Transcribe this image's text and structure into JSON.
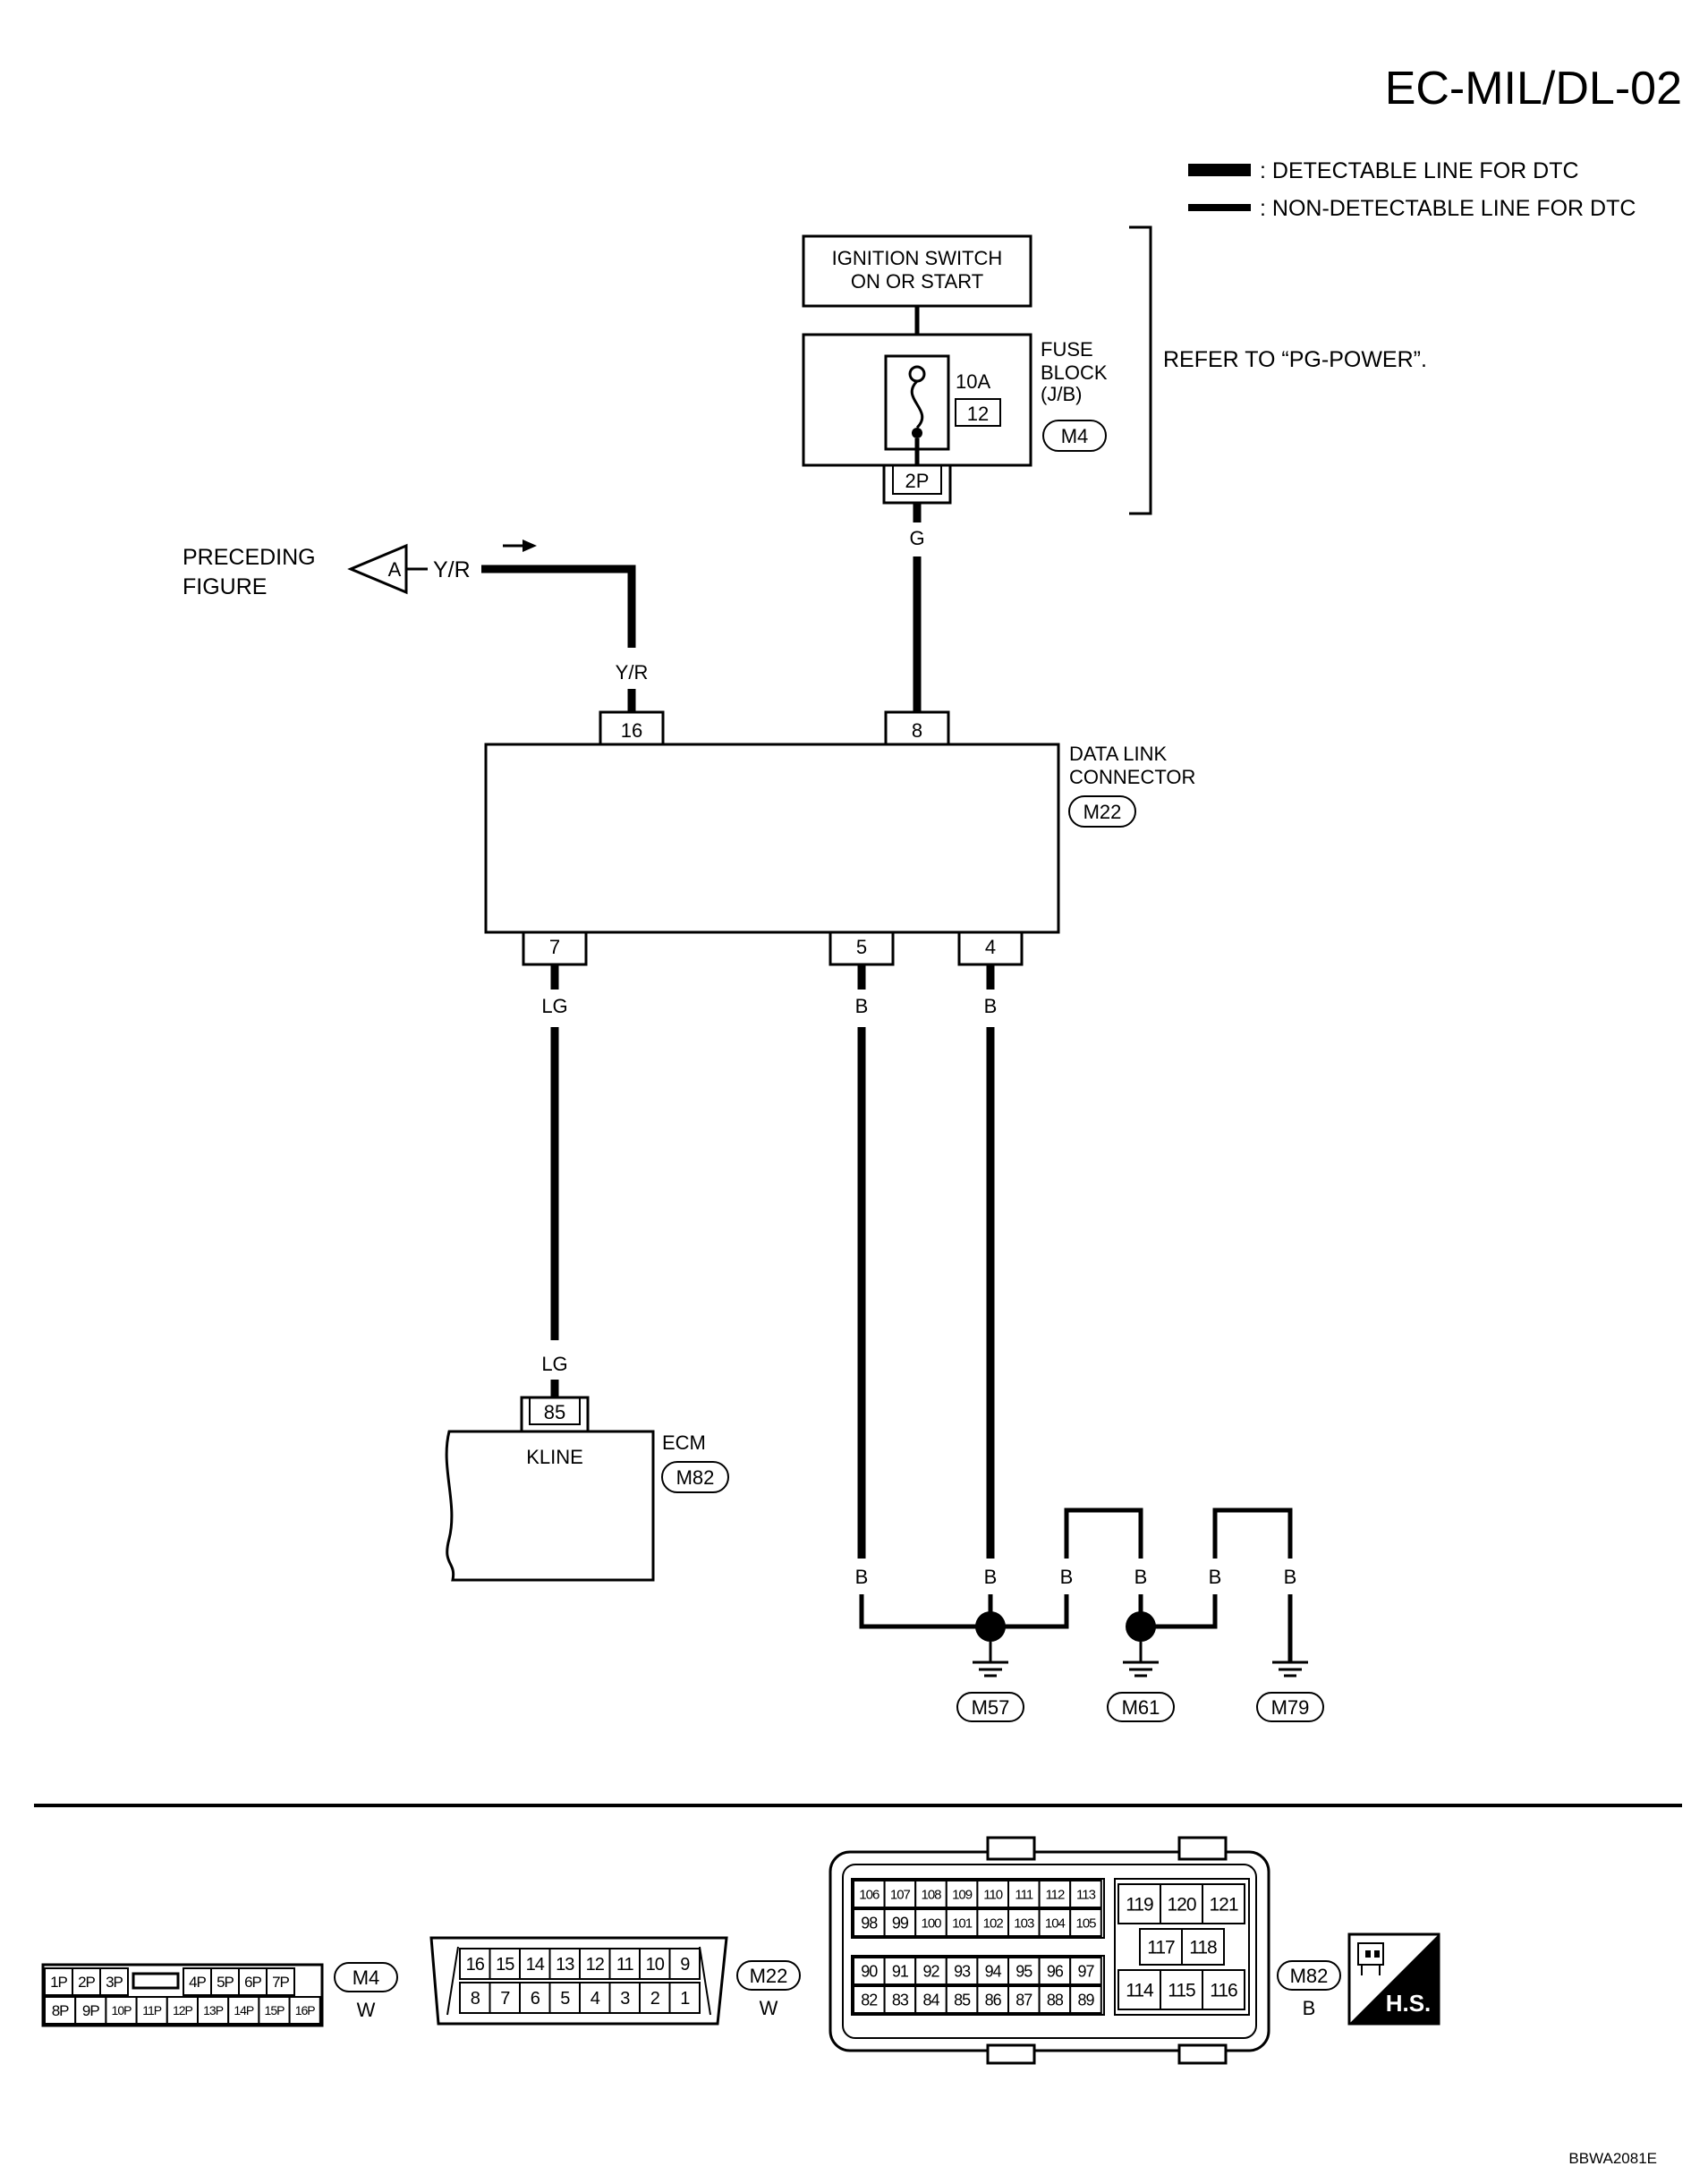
{
  "page_title": "EC-MIL/DL-02",
  "legend": {
    "detectable": ": DETECTABLE LINE FOR DTC",
    "non_detectable": ": NON-DETECTABLE LINE FOR DTC"
  },
  "ignition_switch": {
    "line1": "IGNITION SWITCH",
    "line2": "ON OR START"
  },
  "fuse_block": {
    "amps": "10A",
    "fuse_no": "12",
    "name_line1": "FUSE",
    "name_line2": "BLOCK",
    "name_line3": "(J/B)",
    "connector": "M4",
    "terminal": "2P"
  },
  "refer_note": "REFER TO “PG-POWER”.",
  "preceding": {
    "line1": "PRECEDING",
    "line2": "FIGURE",
    "marker": "A"
  },
  "wire_colors": {
    "yr": "Y/R",
    "g": "G",
    "lg": "LG",
    "b": "B"
  },
  "dlc": {
    "name_line1": "DATA LINK",
    "name_line2": "CONNECTOR",
    "connector": "M22",
    "pins": {
      "p16": "16",
      "p8": "8",
      "p7": "7",
      "p5": "5",
      "p4": "4"
    }
  },
  "ecm": {
    "name": "ECM",
    "pin": "85",
    "pin_label": "KLINE",
    "connector": "M82"
  },
  "grounds": {
    "g1": "M57",
    "g2": "M61",
    "g3": "M79"
  },
  "connector_views": {
    "m4": {
      "top": [
        "1P",
        "2P",
        "3P",
        "4P",
        "5P",
        "6P",
        "7P"
      ],
      "bottom": [
        "8P",
        "9P",
        "10P",
        "11P",
        "12P",
        "13P",
        "14P",
        "15P",
        "16P"
      ],
      "label": "M4",
      "color": "W"
    },
    "m22": {
      "top": [
        "16",
        "15",
        "14",
        "13",
        "12",
        "11",
        "10",
        "9"
      ],
      "bottom": [
        "8",
        "7",
        "6",
        "5",
        "4",
        "3",
        "2",
        "1"
      ],
      "label": "M22",
      "color": "W"
    },
    "m82": {
      "row1": [
        "106",
        "107",
        "108",
        "109",
        "110",
        "111",
        "112",
        "113"
      ],
      "row2": [
        "98",
        "99",
        "100",
        "101",
        "102",
        "103",
        "104",
        "105"
      ],
      "row3": [
        "90",
        "91",
        "92",
        "93",
        "94",
        "95",
        "96",
        "97"
      ],
      "row4": [
        "82",
        "83",
        "84",
        "85",
        "86",
        "87",
        "88",
        "89"
      ],
      "right_top": [
        "119",
        "120",
        "121"
      ],
      "right_mid": [
        "117",
        "118"
      ],
      "right_bottom": [
        "114",
        "115",
        "116"
      ],
      "label": "M82",
      "color": "B"
    },
    "hs_label": "H.S."
  },
  "figure_code": "BBWA2081E"
}
